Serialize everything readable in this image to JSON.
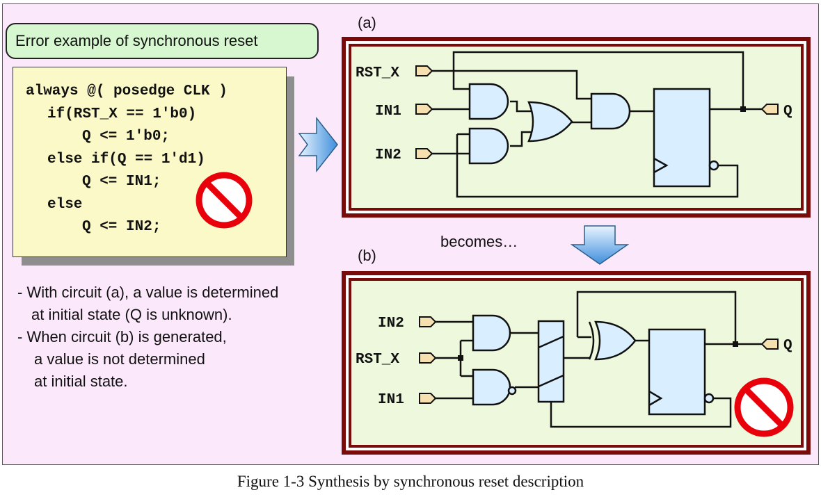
{
  "title": "Error example of synchronous reset",
  "code_lines": [
    "always @( posedge CLK )",
    "if(RST_X == 1'b0)",
    "Q <= 1'b0;",
    "else if(Q == 1'd1)",
    "Q <= IN1;",
    "else",
    "Q <= IN2;"
  ],
  "notes": [
    "- With circuit (a), a value is determined",
    "at initial state (Q is unknown).",
    "- When circuit (b) is generated,",
    "a value is not determined",
    "at initial state."
  ],
  "circuit_a": {
    "label": "(a)",
    "pins": {
      "rst": "RST_X",
      "in1": "IN1",
      "in2": "IN2",
      "out": "Q"
    }
  },
  "becomes": "becomes…",
  "circuit_b": {
    "label": "(b)",
    "pins": {
      "in2": "IN2",
      "rst": "RST_X",
      "in1": "IN1",
      "out": "Q"
    }
  },
  "caption": "Figure 1-3  Synthesis by synchronous reset description",
  "colors": {
    "panel": "#fce8fb",
    "title_box": "#d6f7cf",
    "code_box": "#fbf9c7",
    "circuit_bg": "#eef8dc",
    "frame": "#7a0b0b",
    "gate": "#d9efff",
    "prohibit": "#e8000b",
    "arrow": "#5aa6e8"
  },
  "icons": [
    "prohibited-icon",
    "arrow-right-icon",
    "arrow-down-icon"
  ]
}
